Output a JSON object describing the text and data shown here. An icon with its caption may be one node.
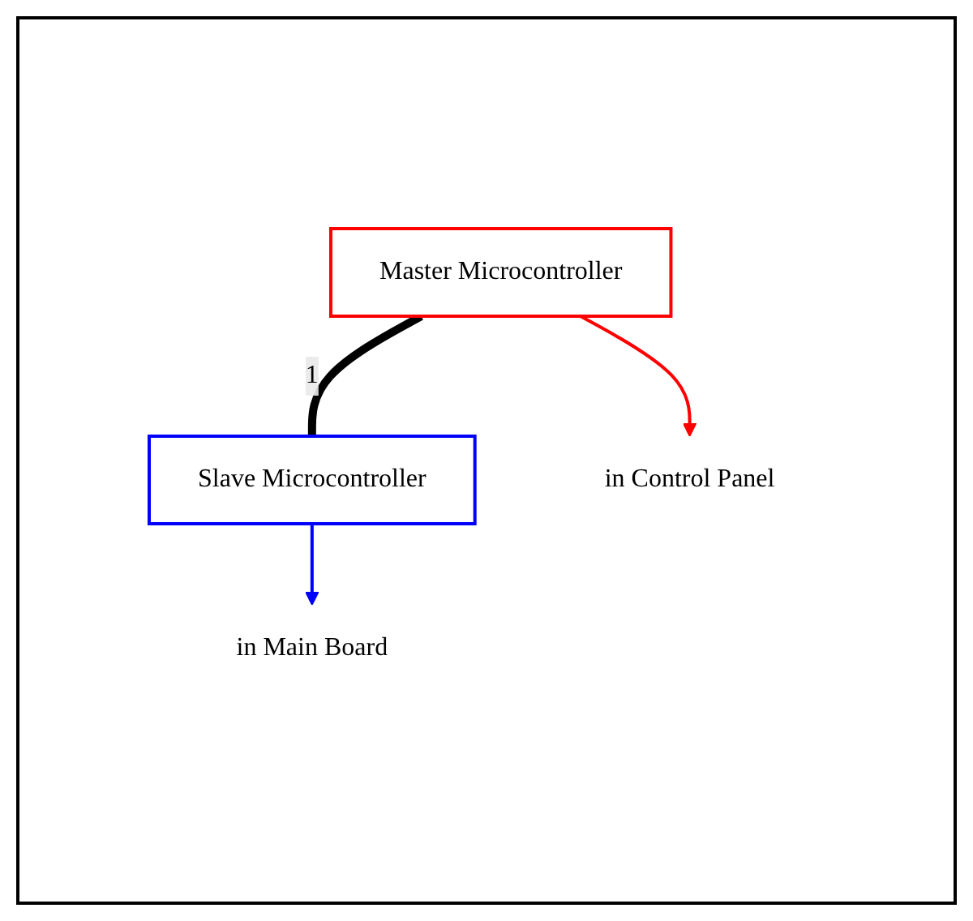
{
  "diagram": {
    "nodes": [
      {
        "text": [
          "Master Microcontroller"
        ]
      },
      {
        "text": [
          "Slave Microcontroller"
        ]
      },
      {
        "text": [
          "in Control Panel"
        ]
      },
      {
        "text": [
          "in Main Board"
        ]
      }
    ],
    "edges": [
      {
        "from": 0,
        "to": 2,
        "arrow": "to",
        "color": "#ff0000"
      },
      {
        "from": 0,
        "to": 1,
        "arrow": "none",
        "style": "thick",
        "label": "1",
        "color": "#000000"
      },
      {
        "from": 1,
        "to": 3,
        "arrow": "to",
        "color": "#0000ff"
      }
    ]
  }
}
